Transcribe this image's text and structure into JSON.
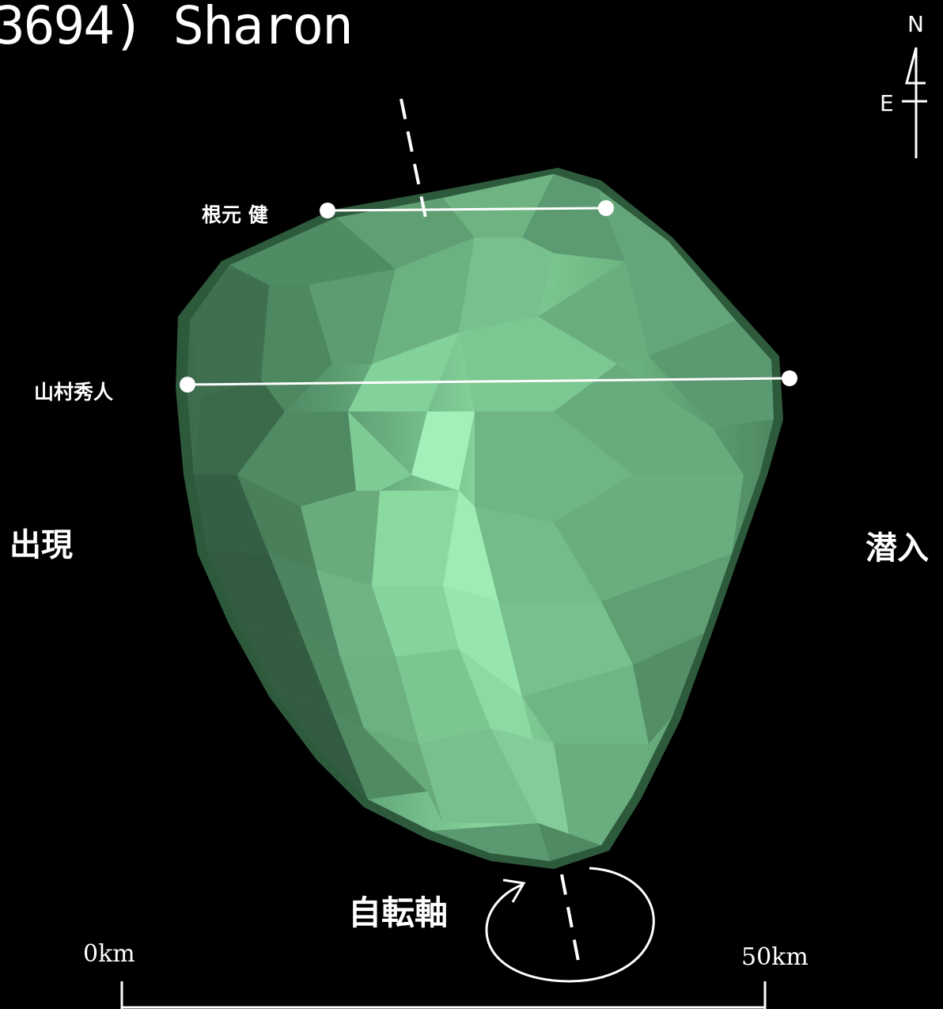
{
  "title": "3694) Sharon",
  "compass": {
    "north": "N",
    "east": "E"
  },
  "observers": [
    {
      "name": "根元 健"
    },
    {
      "name": "山村秀人"
    }
  ],
  "labels": {
    "appearance": "出現",
    "disappearance": "潜入",
    "rotation_axis": "自転軸"
  },
  "scale": {
    "start": "0km",
    "end": "50km"
  },
  "colors": {
    "background": "#000000",
    "asteroid_base": "#5a9a70",
    "asteroid_highlight": "#9ef5b5",
    "lines": "#ffffff"
  }
}
